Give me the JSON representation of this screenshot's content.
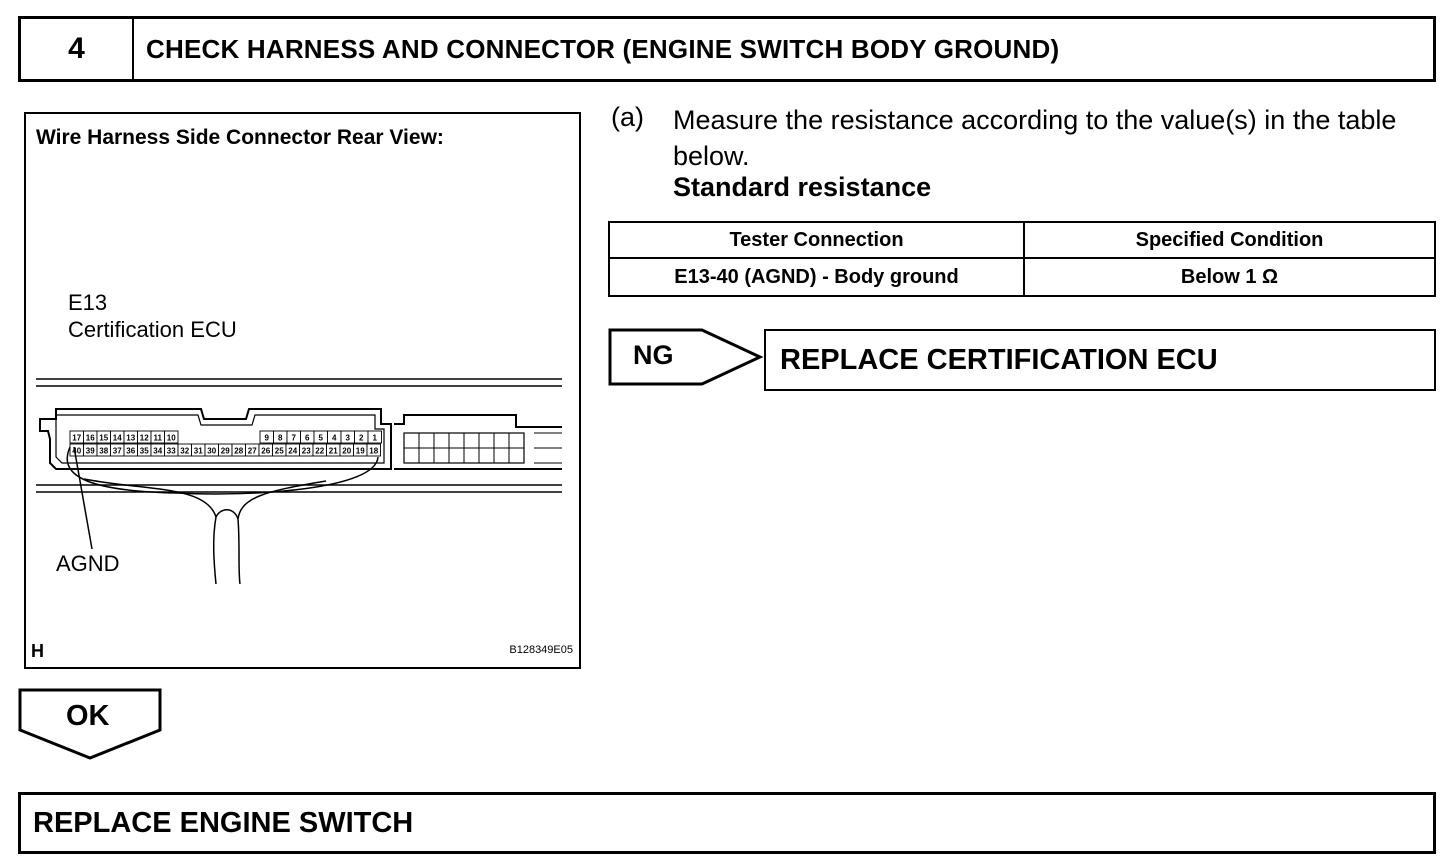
{
  "step": {
    "number": "4",
    "title": "CHECK HARNESS AND CONNECTOR (ENGINE SWITCH BODY GROUND)"
  },
  "figure": {
    "title": "Wire Harness Side Connector Rear View:",
    "connector_id": "E13",
    "connector_name": "Certification ECU",
    "terminal_label": "AGND",
    "corner_letter": "H",
    "figure_code": "B128349E05",
    "pins_top": [
      "17",
      "16",
      "15",
      "14",
      "13",
      "12",
      "11",
      "10",
      "9",
      "8",
      "7",
      "6",
      "5",
      "4",
      "3",
      "2",
      "1"
    ],
    "pins_bottom": [
      "40",
      "39",
      "38",
      "37",
      "36",
      "35",
      "34",
      "33",
      "32",
      "31",
      "30",
      "29",
      "28",
      "27",
      "26",
      "25",
      "24",
      "23",
      "22",
      "21",
      "20",
      "19",
      "18"
    ]
  },
  "instruction": {
    "letter": "(a)",
    "text": "Measure the resistance according to the value(s) in the table below.",
    "subheading": "Standard resistance"
  },
  "table": {
    "headers": [
      "Tester Connection",
      "Specified Condition"
    ],
    "rows": [
      [
        "E13-40 (AGND) - Body ground",
        "Below 1 Ω"
      ]
    ]
  },
  "ng": {
    "label": "NG",
    "action": "REPLACE CERTIFICATION ECU"
  },
  "ok": {
    "label": "OK",
    "action": "REPLACE ENGINE SWITCH"
  }
}
